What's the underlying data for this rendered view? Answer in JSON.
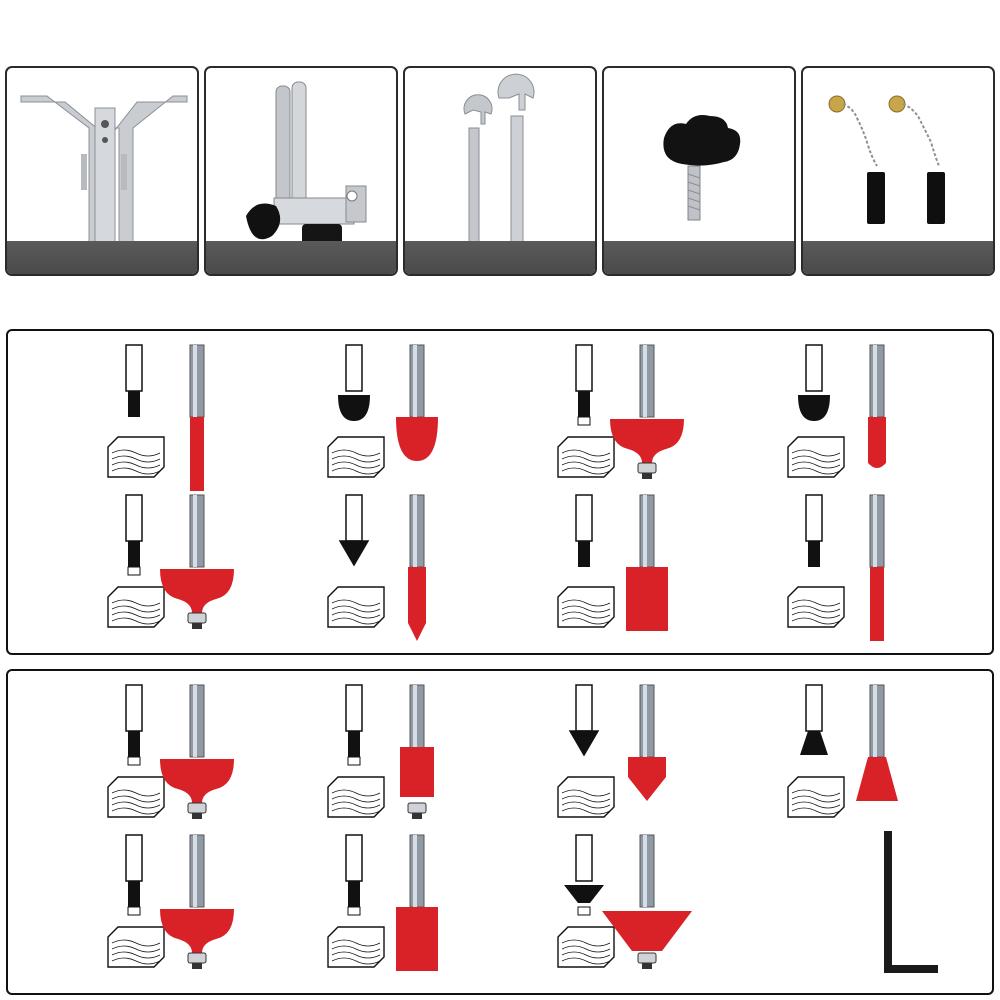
{
  "accessories": [
    {
      "name": "edge-guide",
      "icon": "parallel-edge-guide"
    },
    {
      "name": "guide-clamp",
      "icon": "guide-bracket-with-knob"
    },
    {
      "name": "wrenches",
      "icon": "open-end-spanners"
    },
    {
      "name": "knob-screw",
      "icon": "star-knob-bolt"
    },
    {
      "name": "carbon-brushes",
      "icon": "carbon-brush-pair"
    }
  ],
  "bit_sets": [
    {
      "bits": [
        {
          "profile": "straight",
          "icon": "straight-bit"
        },
        {
          "profile": "round-nose",
          "icon": "core-box-bit"
        },
        {
          "profile": "roman-ogee",
          "icon": "roman-ogee-bit"
        },
        {
          "profile": "cove",
          "icon": "cove-box-bit"
        },
        {
          "profile": "round-over",
          "icon": "round-over-bit"
        },
        {
          "profile": "v-point",
          "icon": "v-point-bit"
        },
        {
          "profile": "straight-wide",
          "icon": "straight-wide-bit"
        },
        {
          "profile": "straight-narrow",
          "icon": "straight-narrow-bit"
        }
      ]
    },
    {
      "bits": [
        {
          "profile": "round-over-bearing",
          "icon": "round-over-bearing-bit"
        },
        {
          "profile": "flush-trim",
          "icon": "flush-trim-bit"
        },
        {
          "profile": "v-groove",
          "icon": "v-groove-bit"
        },
        {
          "profile": "dovetail",
          "icon": "dovetail-bit"
        },
        {
          "profile": "round-over-large",
          "icon": "round-over-large-bit"
        },
        {
          "profile": "straight-large",
          "icon": "straight-large-bit"
        },
        {
          "profile": "chamfer",
          "icon": "chamfer-bit"
        },
        {
          "profile": "hex-key",
          "icon": "allen-key"
        }
      ]
    }
  ],
  "colors": {
    "bit_red": "#d92128",
    "bit_red_dark": "#a0151b",
    "shank": "#8f9aa6",
    "shank_light": "#d6dde4",
    "steel": "#c7c9cc",
    "floor": "#505050",
    "outline": "#111111"
  }
}
